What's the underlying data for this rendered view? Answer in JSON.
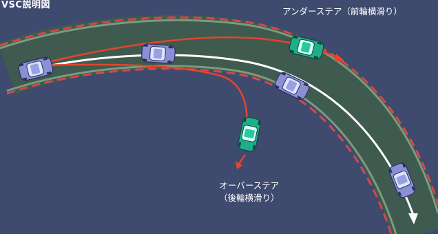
{
  "diagram": {
    "title": "VSC説明図",
    "understeer_label": "アンダーステア（前輪横滑り）",
    "oversteer_label_line1": "オーバーステア",
    "oversteer_label_line2": "（後輪横滑り）"
  },
  "colors": {
    "background": "#3e4a6e",
    "road": "#3f5a4e",
    "edge_stripe": "#d8474a",
    "edge_line": "#7c9b80",
    "center_line": "#ffffff",
    "arrow_red": "#e4452b",
    "car_normal": "#8a8fd6",
    "car_skid": "#1fae8b"
  }
}
